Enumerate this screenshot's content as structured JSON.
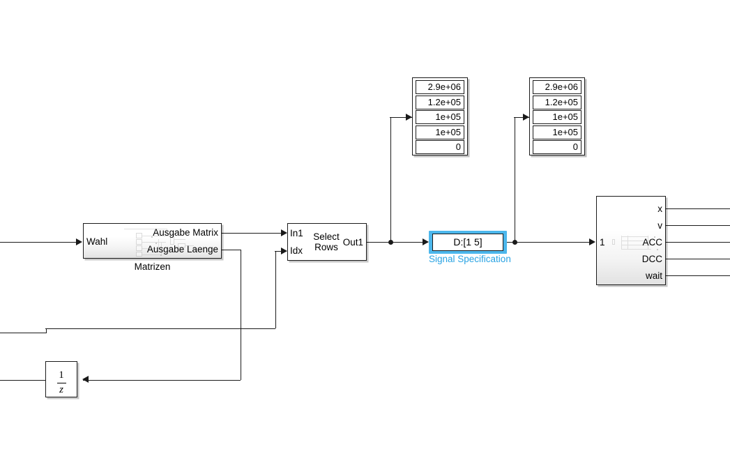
{
  "diagram": {
    "kind": "simulink-block-diagram",
    "background": "#ffffff",
    "wire_color": "#1a1a1a",
    "selection_color": "#4cb7ec",
    "selection_label_color": "#29a3e3"
  },
  "blocks": {
    "matrizen": {
      "name": "Matrizen",
      "input_port_label": "Wahl",
      "output_port_labels": [
        "Ausgabe Matrix",
        "Ausgabe Laenge"
      ]
    },
    "select_rows": {
      "center_label": "Select\nRows",
      "input_port_labels": [
        "In1",
        "Idx"
      ],
      "output_port_label": "Out1"
    },
    "signal_spec": {
      "value": "D:[1 5]",
      "label": "Signal Specification",
      "selected": true
    },
    "unit_delay": {
      "numerator": "1",
      "denominator": "z"
    },
    "right_subsystem": {
      "input_port_label": "1",
      "output_port_labels": [
        "x",
        "v",
        "ACC",
        "DCC",
        "wait"
      ]
    }
  },
  "displays": [
    {
      "id": "display-1",
      "values": [
        "2.9e+06",
        "1.2e+05",
        "1e+05",
        "1e+05",
        "0"
      ]
    },
    {
      "id": "display-2",
      "values": [
        "2.9e+06",
        "1.2e+05",
        "1e+05",
        "1e+05",
        "0"
      ]
    }
  ]
}
